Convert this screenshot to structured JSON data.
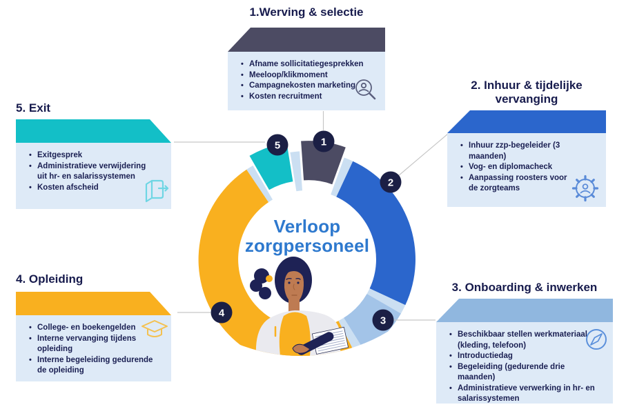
{
  "center": {
    "line1": "Verloop",
    "line2": "zorgpersoneel",
    "color": "#2E79CE"
  },
  "sections": [
    {
      "number": "1",
      "title": "1.Werving & selectie",
      "accent": "#4C4B63",
      "icon": "person-search-icon",
      "bullets": [
        "Afname sollicitatiegesprekken",
        "Meeloop/klikmoment",
        "Campagnekosten marketing",
        "Kosten recruitment"
      ]
    },
    {
      "number": "2",
      "title": "2. Inhuur & tijdelijke vervanging",
      "accent": "#2B66CC",
      "icon": "person-gear-icon",
      "bullets": [
        "Inhuur zzp-begeleider (3 maanden)",
        "Vog- en diplomacheck",
        "Aanpassing roosters voor de zorgteams"
      ]
    },
    {
      "number": "3",
      "title": "3. Onboarding & inwerken",
      "accent": "#90B7DF",
      "icon": "compass-icon",
      "bullets": [
        "Beschikbaar stellen werkmateriaal (kleding, telefoon)",
        "Introductiedag",
        "Begeleiding (gedurende drie maanden)",
        "Administratieve verwerking in hr- en salarissystemen"
      ]
    },
    {
      "number": "4",
      "title": "4. Opleiding",
      "accent": "#F9B01F",
      "icon": "graduation-cap-icon",
      "bullets": [
        "College- en boekengelden",
        "Interne vervanging tijdens opleiding",
        "Interne begeleiding gedurende de opleiding"
      ]
    },
    {
      "number": "5",
      "title": "5. Exit",
      "accent": "#13BFC7",
      "icon": "exit-door-icon",
      "bullets": [
        "Exitgesprek",
        "Administratieve verwijdering uit hr- en salarissystemen",
        "Kosten afscheid"
      ]
    }
  ],
  "donut": {
    "type": "donut",
    "center_label": "Verloop zorgpersoneel",
    "separator_color": "#CBDFF2",
    "badge_color": "#1B1F45",
    "badge_text_color": "#FFFFFF",
    "connector_color": "#C6C6C6",
    "segments": [
      {
        "number": "1",
        "label": "Werving & selectie",
        "color": "#4C4B63",
        "start_deg": -4,
        "end_deg": 20
      },
      {
        "number": "2",
        "label": "Inhuur & tijdelijke vervanging",
        "color": "#2B66CC",
        "start_deg": 25,
        "end_deg": 115
      },
      {
        "number": "3",
        "label": "Onboarding & inwerken",
        "color": "#A3C4E8",
        "start_deg": 120,
        "end_deg": 148
      },
      {
        "number": "4",
        "label": "Opleiding",
        "color": "#F9B01F",
        "start_deg": 153,
        "end_deg": 326
      },
      {
        "number": "5",
        "label": "Exit",
        "color": "#13BFC7",
        "start_deg": 330,
        "end_deg": 351
      }
    ]
  }
}
